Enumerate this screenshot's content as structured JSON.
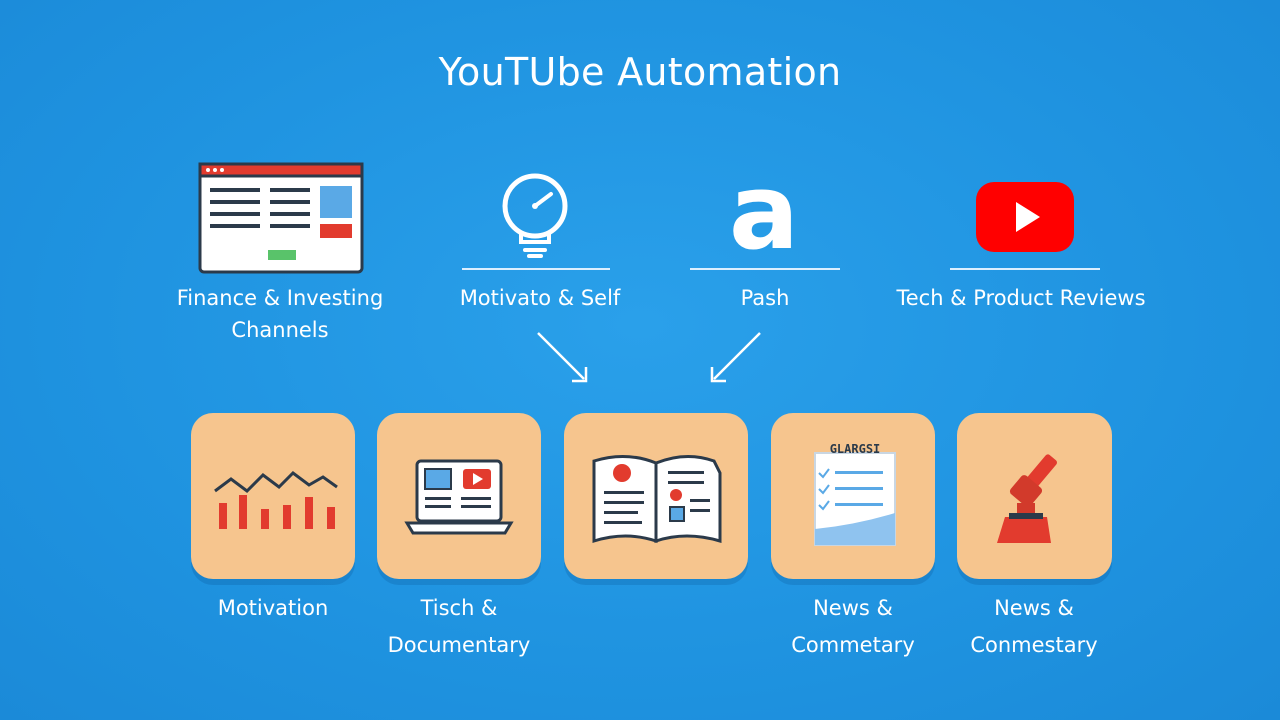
{
  "title": "YouTUbe Automation",
  "top_items": [
    {
      "label_line1": "Finance & Investing",
      "label_line2": "Channels",
      "icon": "browser-window-icon"
    },
    {
      "label_line1": "Motivato & Self",
      "label_line2": "",
      "icon": "lightbulb-gauge-icon"
    },
    {
      "label_line1": "Pash",
      "label_line2": "",
      "icon": "amazon-a-icon"
    },
    {
      "label_line1": "Tech & Product Reviews",
      "label_line2": "",
      "icon": "youtube-play-icon"
    }
  ],
  "amazon_glyph": "a",
  "bottom_items": [
    {
      "label_line1": "Motivation",
      "label_line2": "",
      "icon": "stock-chart-icon"
    },
    {
      "label_line1": "Tisch &",
      "label_line2": "Documentary",
      "icon": "laptop-icon"
    },
    {
      "label_line1": "",
      "label_line2": "",
      "icon": "open-book-icon"
    },
    {
      "label_line1": "News &",
      "label_line2": "Commetary",
      "icon": "checklist-notepad-icon"
    },
    {
      "label_line1": "News &",
      "label_line2": "Conmestary",
      "icon": "gavel-icon"
    }
  ],
  "notepad_header": "GLARGSI",
  "colors": {
    "background": "#1f93e0",
    "card": "#f6c58e",
    "accent_red": "#e23b2e",
    "accent_blue": "#5aa9e6",
    "accent_green": "#59c36a",
    "youtube_red": "#ff0000"
  }
}
